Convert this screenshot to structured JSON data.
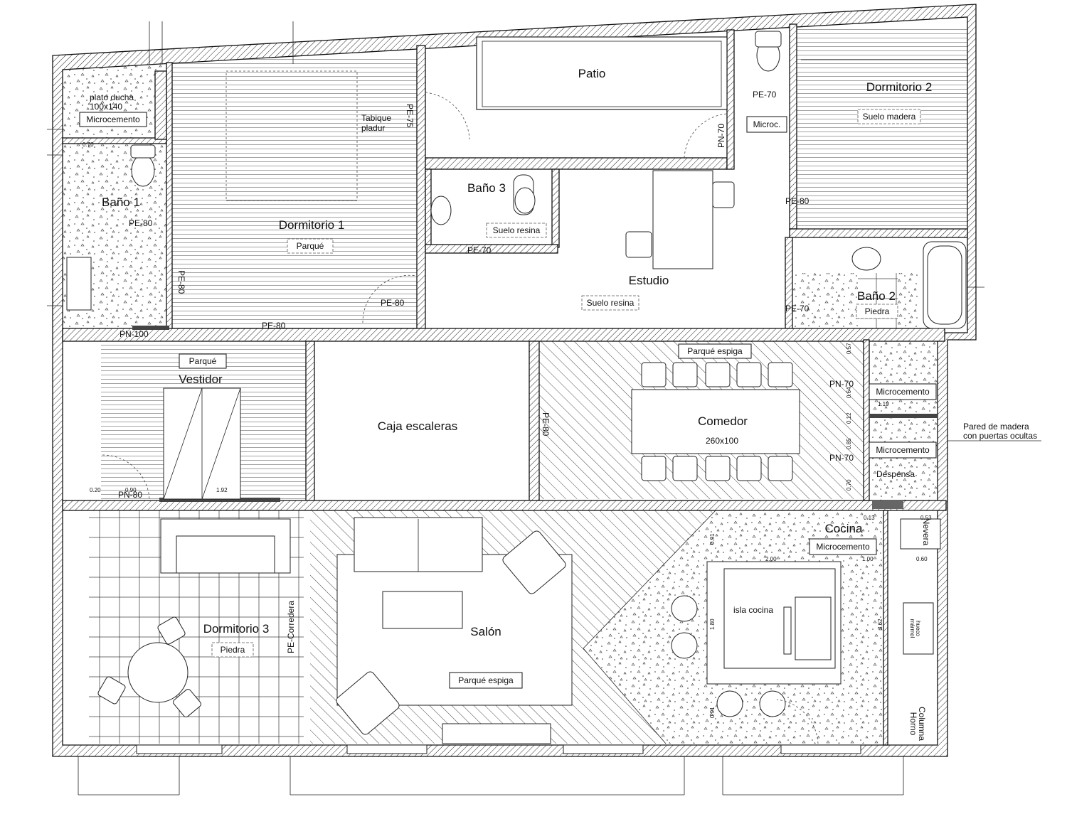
{
  "rooms": {
    "patio": "Patio",
    "dormitorio2": "Dormitorio 2",
    "bano1": "Baño 1",
    "dormitorio1": "Dormitorio 1",
    "bano3": "Baño 3",
    "estudio": "Estudio",
    "bano2": "Baño 2",
    "vestidor": "Vestidor",
    "caja_escaleras": "Caja escaleras",
    "comedor": "Comedor",
    "cocina": "Cocina",
    "dormitorio3": "Dormitorio 3",
    "salon": "Salón"
  },
  "materials": {
    "microcemento_bano1": "Microcemento",
    "parque_dorm1": "Parqué",
    "suelo_resina_bano3": "Suelo resina",
    "suelo_resina_estudio": "Suelo resina",
    "suelo_madera_dorm2": "Suelo madera",
    "microc_wc": "Microc.",
    "piedra_bano2": "Piedra",
    "parque_vestidor": "Parqué",
    "parque_espiga_comedor": "Parqué espiga",
    "microcemento_1": "Microcemento",
    "microcemento_2": "Microcemento",
    "microcemento_cocina": "Microcemento",
    "piedra_dorm3": "Piedra",
    "parque_espiga_salon": "Parqué espiga"
  },
  "labels": {
    "plato_ducha": "plato ducha",
    "plato_ducha_size": "100x140",
    "tabique": "Tabique",
    "pladur": "pladur",
    "mesa_size": "260x100",
    "isla_cocina": "isla cocina",
    "despensa": "Despensa",
    "nevera": "Nevera",
    "columna": "Columna",
    "horno": "Horno",
    "hueco1": "hueco",
    "hueco2": "mármol",
    "pared_madera_1": "Pared de madera",
    "pared_madera_2": "con puertas ocultas"
  },
  "doors": {
    "pe75": "PE-75",
    "pe70_wc": "PE-70",
    "pn70_wc": "PN-70",
    "pe80_bano1": "PE-80",
    "pe80_d2": "PE-80",
    "pe70_bano3": "PE-70",
    "pe80_d1_side": "PE-80",
    "pe80_estudio": "PE-80",
    "pe70_bano2": "PE-70",
    "pn100": "PN-100",
    "pe80_vest": "PE-80",
    "pn70_a": "PN-70",
    "pn70_b": "PN-70",
    "pe80_escal": "PE-80",
    "pn80": "PN-80",
    "pe_corredera": "PE-Corredera"
  },
  "dims": {
    "d070": "0.70",
    "d020": "0.20",
    "d090": "0.90",
    "d192": "1.92",
    "d057": "0.57",
    "d064": "0.64",
    "d012": "0.12",
    "d085": "0.85",
    "d070b": "0.70",
    "d119": "1.19",
    "d013": "0.13",
    "d053": "0.53",
    "d091a": "0.91",
    "d200": "2.00",
    "d100": "1.00",
    "d060": "0.60",
    "d180": "1.80",
    "d362": "3.62",
    "d091b": "0.91"
  }
}
